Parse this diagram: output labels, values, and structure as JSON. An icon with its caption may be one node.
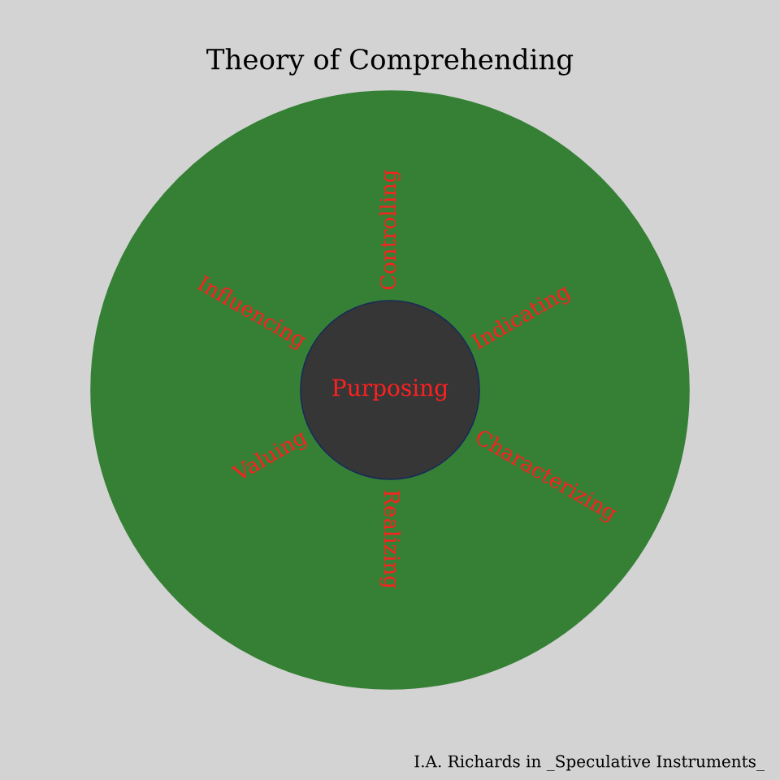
{
  "diagram": {
    "title": "Theory of Comprehending",
    "nodes": [
      {
        "text": [
          "Controlling",
          "Indicating",
          "Characterizing",
          "Realizing",
          "Valuing",
          "Influencing"
        ]
      },
      {
        "text": [
          "Purposing"
        ],
        "in": 0
      }
    ],
    "caption": "I.A. Richards in _Speculative Instruments_"
  }
}
